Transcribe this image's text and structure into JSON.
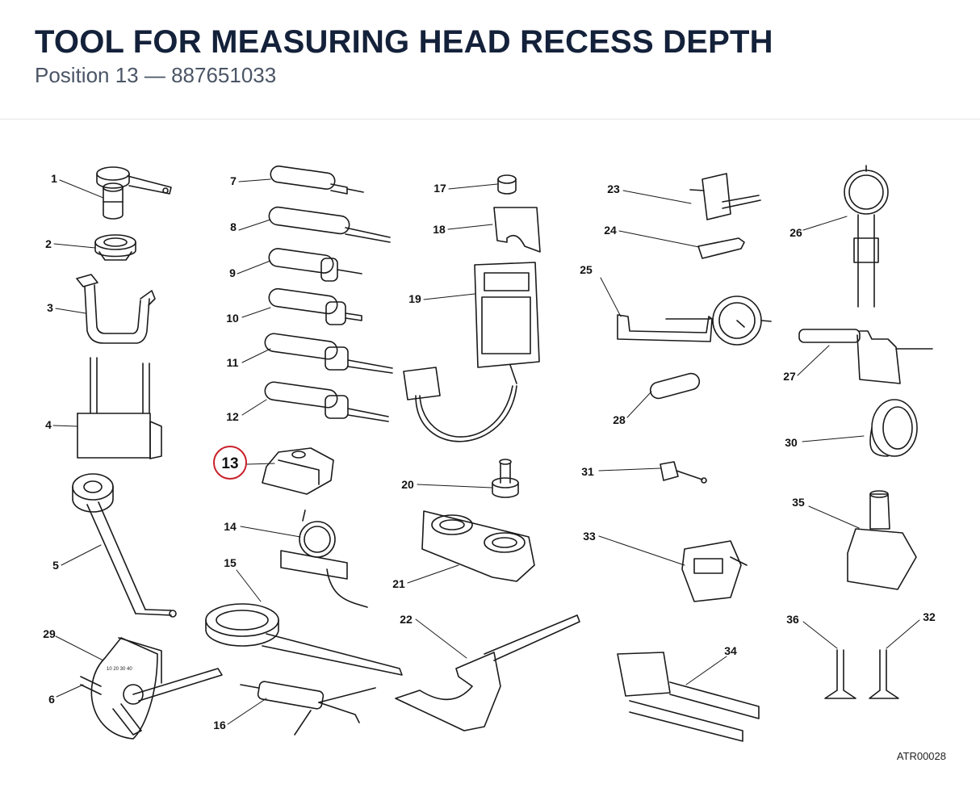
{
  "header": {
    "title": "TOOL FOR MEASURING HEAD RECESS DEPTH",
    "subtitle": "Position 13 — 887651033"
  },
  "highlight_label": "13",
  "labels": [
    "1",
    "2",
    "3",
    "4",
    "5",
    "6",
    "7",
    "8",
    "9",
    "10",
    "11",
    "12",
    "13",
    "14",
    "15",
    "16",
    "17",
    "18",
    "19",
    "20",
    "21",
    "22",
    "23",
    "24",
    "25",
    "26",
    "27",
    "28",
    "29",
    "30",
    "31",
    "32",
    "33",
    "34",
    "35",
    "36"
  ],
  "drawing_code": "ATR00028",
  "colors": {
    "title": "#14213a",
    "subtitle": "#4b5566",
    "highlight": "#c8202a",
    "line": "#1a1a1a"
  }
}
